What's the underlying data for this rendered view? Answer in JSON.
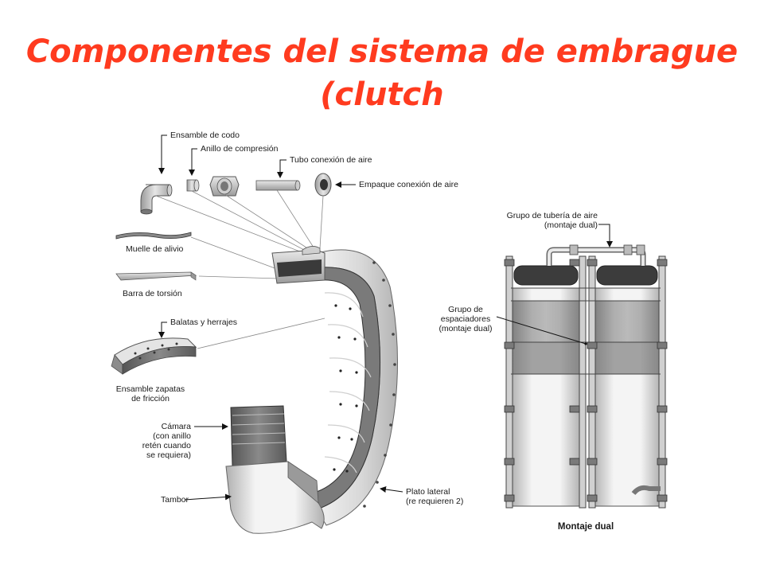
{
  "slide": {
    "title_line1": "Componentes del sistema de embrague",
    "title_line2": "(clutch",
    "accent_color": "#ff3b1f"
  },
  "labels": {
    "ensamble_codo": "Ensamble de codo",
    "anillo_compresion": "Anillo de compresión",
    "tubo_conexion": "Tubo conexión de aire",
    "empaque_conexion": "Empaque conexión de aire",
    "muelle_alivio": "Muelle de alivio",
    "barra_torsion": "Barra de torsión",
    "balatas": "Balatas y herrajes",
    "zapatas_l1": "Ensamble zapatas",
    "zapatas_l2": "de fricción",
    "camara_l1": "Cámara",
    "camara_l2": "(con anillo",
    "camara_l3": "retén cuando",
    "camara_l4": "se requiera)",
    "tambor": "Tambor",
    "plato_l1": "Plato lateral",
    "plato_l2": "(re requieren 2)",
    "tuberia_l1": "Grupo de tubería de aire",
    "tuberia_l2": "(montaje dual)",
    "espaciadores_l1": "Grupo de",
    "espaciadores_l2": "espaciadores",
    "espaciadores_l3": "(montaje dual)",
    "montaje_dual": "Montaje dual"
  }
}
